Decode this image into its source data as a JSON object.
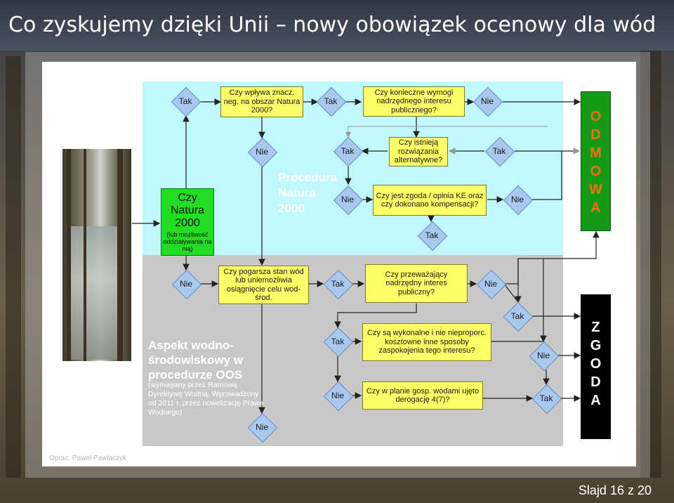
{
  "header": {
    "title": "Co zyskujemy dzięki Unii – nowy obowiązek ocenowy dla wód"
  },
  "diagram": {
    "start_box": {
      "title": "Czy Natura 2000",
      "note": "(lub możliwość oddziaływania na nią)"
    },
    "boxes": {
      "q_natura": "Czy wpływa znacz. neg. na obszar Natura 2000?",
      "q_wymogi": "Czy konieczne wymogi nadrzędnego interesu publicznego?",
      "q_alternatywy": "Czy istnieją rozwiązania alternatywne?",
      "q_zgoda_ke": "Czy jest zgoda / opinia KE oraz czy dokonano kompensacji?",
      "q_wod_srod": "Czy pogarsza stan wód lub uniemożliwia osiągnięcie celu wod-środ.",
      "q_przewazajacy": "Czy przeważający nadrzędny interes publiczny?",
      "q_wykonalne": "Czy są wykonalne i nie nieproporc. kosztowne inne sposoby zaspokojenia tego interesu?",
      "q_plan": "Czy w planie gosp. wodami ujęto derogację 4(7)?"
    },
    "labels": {
      "yes": "Tak",
      "no": "Nie"
    },
    "procedura_natura": "Procedura Natura 2000",
    "aspekt_title": "Aspekt wodno-środowiskowy w procedurze OOS",
    "aspekt_note": "(wymagany przez Ramową Dyrektywę Wodną. Wprowadzony od 2011 r. przez nowelizację Prawa Wodnego)",
    "odmowa": "ODMOWA",
    "zgoda": "ZGODA"
  },
  "footer": {
    "credit": "Oprac. Paweł Pawlaczyk",
    "slide_number": "Slajd 16 z 20"
  },
  "colors": {
    "blue_zone": "#bff8ff",
    "gray_zone": "#c8c8c8",
    "question_box": "#ffff66",
    "decision_diamond": "#a9c8ef",
    "odmowa_bg": "#159a15",
    "odmowa_text": "#ff6a1a",
    "zgoda_bg": "#000000"
  }
}
